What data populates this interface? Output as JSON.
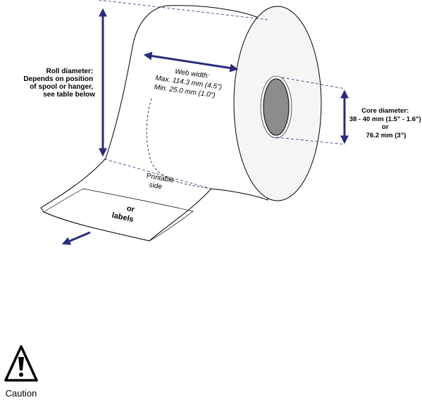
{
  "colors": {
    "arrow": "#2b2a7e",
    "guide": "#2b2a7e",
    "outline": "#000000",
    "roll_face": "#f5f5f5",
    "core_fill": "#8c8c8c",
    "caution_fill": "#ffffff"
  },
  "roll_diameter": {
    "lines": [
      "Roll diameter:",
      "Depends on position",
      "of spool or hanger,",
      "see table below"
    ]
  },
  "web_width": {
    "title": "Web width:",
    "max": "Max. 114.3 mm (4.5\")",
    "min": "Min. 25.0 mm (1.0\")"
  },
  "core_diameter": {
    "lines": [
      "Core diameter:",
      "38 - 40 mm (1.5\" - 1.6\")",
      "or",
      "76.2 mm (3\")"
    ]
  },
  "printable_side": {
    "line1": "Printable",
    "line2": "side"
  },
  "media": {
    "line1": "or",
    "line2": "labels"
  },
  "caution": {
    "label": "Caution",
    "icon": "warning-triangle-icon"
  }
}
